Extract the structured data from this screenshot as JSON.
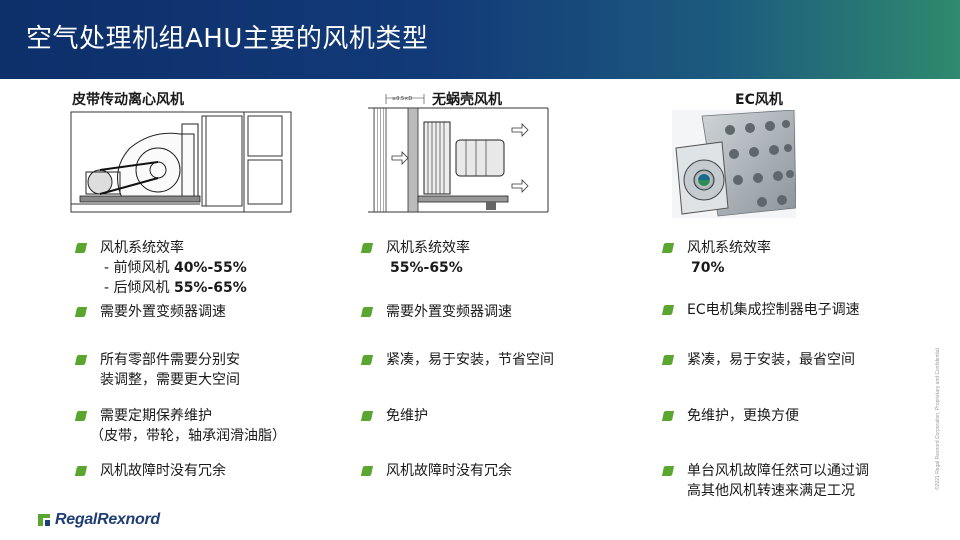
{
  "header": {
    "title": "空气处理机组AHU主要的风机类型"
  },
  "columns": [
    {
      "heading": "皮带传动离心风机",
      "bullets": [
        {
          "text": "风机系统效率",
          "subs": [
            {
              "prefix": "- 前倾风机 ",
              "value": "40%-55%"
            },
            {
              "prefix": "- 后倾风机 ",
              "value": "55%-65%"
            }
          ]
        },
        {
          "text": "需要外置变频器调速"
        },
        {
          "lines": [
            "所有零部件需要分别安",
            "装调整，需要更大空间"
          ]
        },
        {
          "text": "需要定期保养维护",
          "note": "（皮带，带轮，轴承润滑油脂）"
        },
        {
          "text": "风机故障时没有冗余"
        }
      ]
    },
    {
      "heading": "无蜗壳风机",
      "dim_label": "≥0.5×D",
      "bullets": [
        {
          "text": "风机系统效率",
          "value": "55%-65%"
        },
        {
          "text": "需要外置变频器调速"
        },
        {
          "text": "紧凑，易于安装，节省空间"
        },
        {
          "text": "免维护"
        },
        {
          "text": "风机故障时没有冗余"
        }
      ]
    },
    {
      "heading": "EC风机",
      "bullets": [
        {
          "text": "风机系统效率",
          "value": "70%"
        },
        {
          "text": "EC电机集成控制器电子调速"
        },
        {
          "text": "紧凑，易于安装，最省空间"
        },
        {
          "text": "免维护，更换方便"
        },
        {
          "lines": [
            "单台风机故障任然可以通过调",
            "高其他风机转速来满足工况"
          ]
        }
      ]
    }
  ],
  "footer": {
    "logo_text": "RegalRexnord",
    "side_note": "©2021 Regal Rexnord Corporation, Proprietary and Confidential"
  },
  "colors": {
    "header_start": "#0d2f6a",
    "header_end": "#2f8a6e",
    "bullet": "#5aa631",
    "logo": "#1f3f74"
  }
}
